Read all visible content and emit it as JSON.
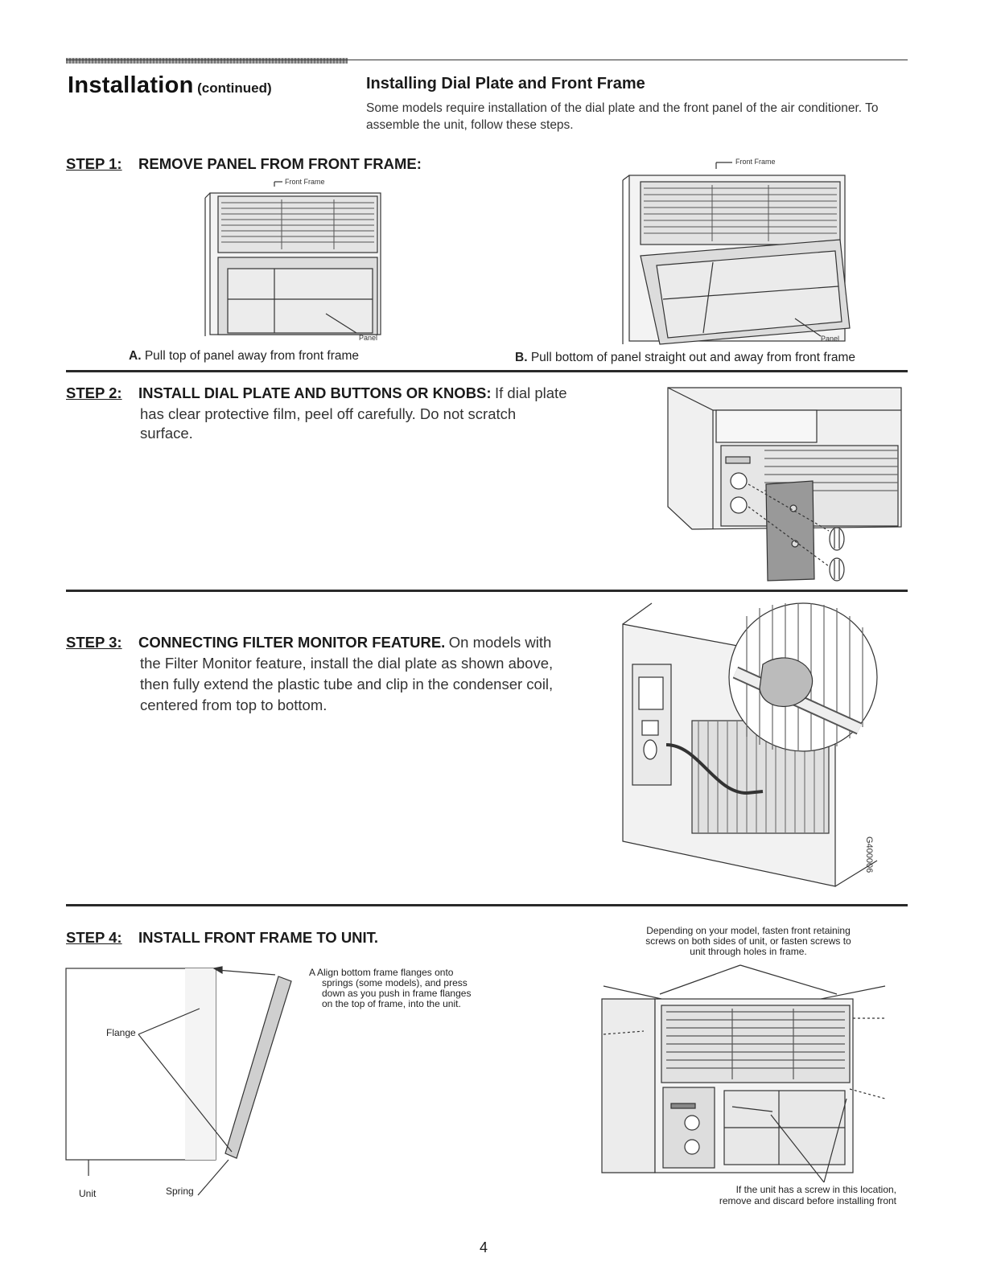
{
  "header": {
    "title": "Installation",
    "title_suffix": "(continued)",
    "section_title": "Installing Dial Plate and Front Frame",
    "section_intro": "Some models require installation of the dial plate and the front panel of the air conditioner. To assemble the unit, follow these steps."
  },
  "step1": {
    "label": "STEP 1:",
    "heading": "REMOVE PANEL FROM FRONT FRAME:",
    "fig_a": {
      "callout_front_frame": "Front Frame",
      "callout_panel": "Panel",
      "caption_letter": "A.",
      "caption": "Pull top of panel away from front frame"
    },
    "fig_b": {
      "callout_front_frame": "Front Frame",
      "callout_panel": "Panel",
      "caption_letter": "B.",
      "caption": "Pull bottom of panel straight out and away from front frame"
    }
  },
  "step2": {
    "label": "STEP 2:",
    "heading": "INSTALL DIAL PLATE AND BUTTONS OR KNOBS:",
    "text_line1": "If dial plate",
    "text_line2": "has clear protective film, peel off carefully. Do not scratch",
    "text_line3": "surface."
  },
  "step3": {
    "label": "STEP 3:",
    "heading": "CONNECTING FILTER MONITOR FEATURE.",
    "text_line1": "On models with",
    "text_line2": "the Filter Monitor feature, install the dial plate as shown above,",
    "text_line3": "then fully extend the plastic tube and clip in the condenser coil,",
    "text_line4": "centered from top to bottom.",
    "figure_code": "G400006"
  },
  "step4": {
    "label": "STEP 4:",
    "heading": "INSTALL FRONT FRAME TO UNIT.",
    "note_a_letter": "A",
    "note_a_line1": "Align bottom frame flanges onto",
    "note_a_line2": "springs (some models), and press",
    "note_a_line3": "down as you push in frame flanges",
    "note_a_line4": "on the top of frame, into the unit.",
    "callout_flange": "Flange",
    "callout_unit": "Unit",
    "callout_spring": "Spring",
    "right_note_line1": "Depending on your model, fasten front retaining",
    "right_note_line2": "screws on both sides of unit, or fasten screws to",
    "right_note_line3": "unit through holes in frame.",
    "bottom_note_line1": "If the unit has a screw in this location,",
    "bottom_note_line2": "remove and discard before installing front"
  },
  "page_number": "4"
}
